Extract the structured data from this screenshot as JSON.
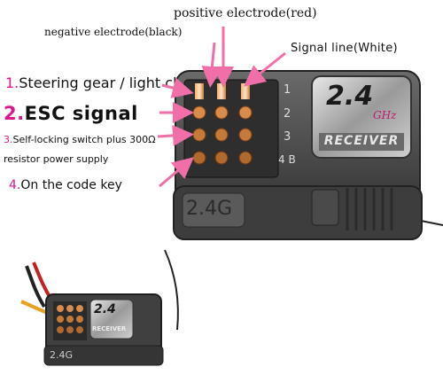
{
  "labels": {
    "negative": "negative electrode(black)",
    "positive": "positive electrode(red)",
    "signal": "Signal line(White)"
  },
  "rows": [
    {
      "num": "1.",
      "text": "Steering gear / light channel"
    },
    {
      "num": "2.",
      "text": "ESC signal"
    },
    {
      "num": "3.",
      "text": "Self-locking switch plus 300Ω"
    },
    {
      "num": "",
      "text": "resistor power supply"
    },
    {
      "num": "4.",
      "text": "On the code key"
    }
  ],
  "device": {
    "frequency": "2.4",
    "unit": "GHz",
    "model_text": "RECEIVER",
    "case_text": "2.4G",
    "channels": [
      "1",
      "2",
      "3",
      "4 B"
    ]
  },
  "small_device": {
    "frequency": "2.4",
    "model_text": "RECEIVER",
    "case_text": "2.4G"
  },
  "colors": {
    "accent_numbers": "#e0148c",
    "arrow": "#f06fa8",
    "case": "#4a4a4a"
  }
}
